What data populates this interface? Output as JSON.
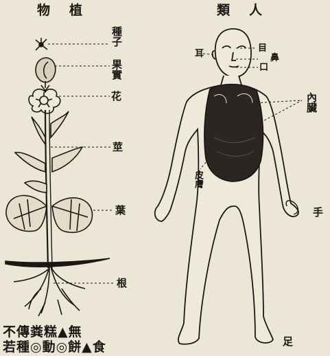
{
  "plant": {
    "heading": "物植",
    "labels": {
      "seed": "種子",
      "fruit": "果實",
      "flower": "花",
      "stem": "莖",
      "leaf": "葉",
      "root": "根"
    }
  },
  "human": {
    "heading": "類人",
    "labels": {
      "ear": "耳",
      "eye": "目",
      "nose": "鼻",
      "mouth": "口",
      "organs": "內臟",
      "skin": "皮膚",
      "hand": "手",
      "foot": "足"
    }
  },
  "caption": {
    "line1": "不傳粪糕▲無",
    "line2": "若種◎動◎餅▲食"
  },
  "colors": {
    "ink": "#1a1714",
    "paper": "#ece6d6",
    "organ": "#2a2622"
  }
}
